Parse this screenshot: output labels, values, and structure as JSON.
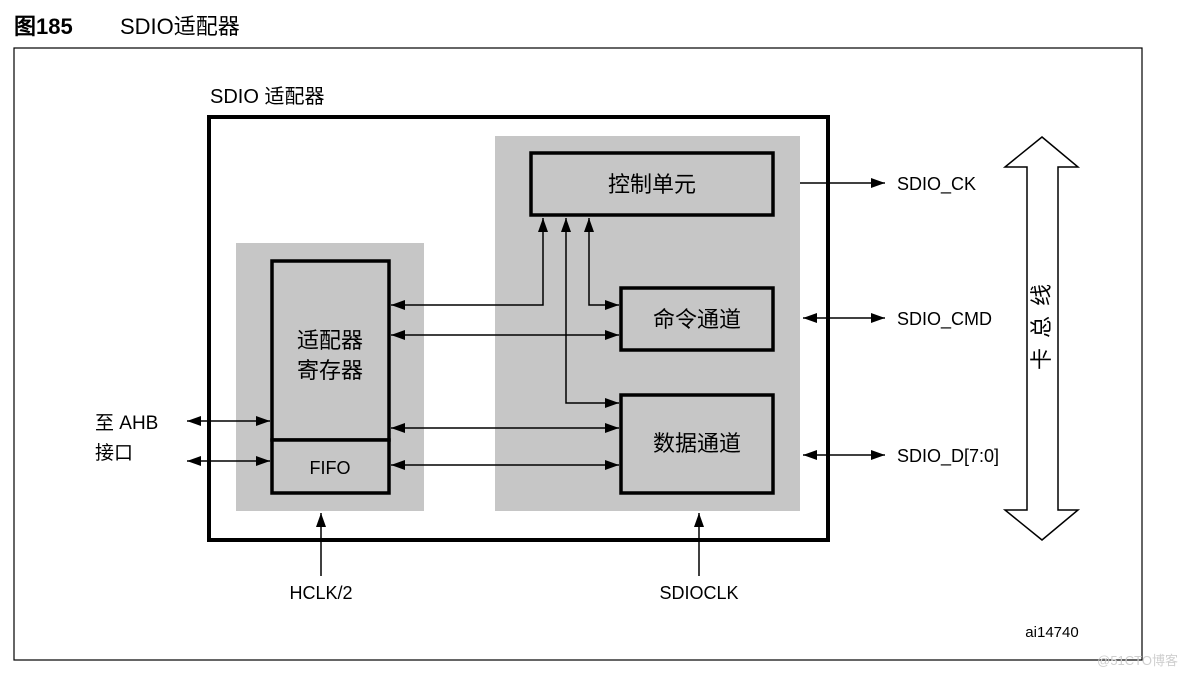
{
  "figure": {
    "number": "图185",
    "caption": "SDIO适配器",
    "id_label": "ai14740"
  },
  "adapter": {
    "label": "SDIO 适配器"
  },
  "blocks": {
    "registers": {
      "line1": "适配器",
      "line2": "寄存器"
    },
    "fifo": "FIFO",
    "control_unit": "控制单元",
    "command_path": "命令通道",
    "data_path": "数据通道"
  },
  "signals": {
    "sdio_ck": "SDIO_CK",
    "sdio_cmd": "SDIO_CMD",
    "sdio_d": "SDIO_D[7:0]"
  },
  "ahb": {
    "line1": "至 AHB",
    "line2": "接口"
  },
  "clocks": {
    "hclk": "HCLK/2",
    "sdioclk": "SDIOCLK"
  },
  "bus": {
    "label": "卡总线"
  },
  "watermark": "@51CTO博客",
  "colors": {
    "background": "#ffffff",
    "region_fill": "#c6c6c6",
    "block_fill": "#ffffff",
    "stroke": "#000000",
    "watermark": "#cfcfcf"
  }
}
